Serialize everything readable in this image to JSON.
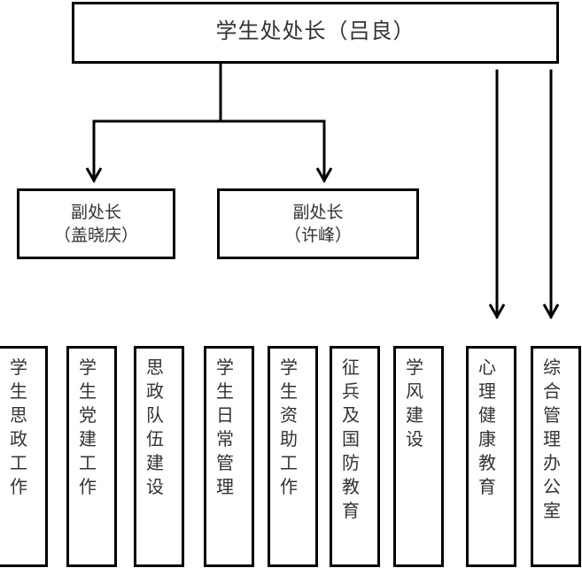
{
  "top": {
    "title": "学生处处长（吕良）"
  },
  "deputies": [
    {
      "title": "副处长",
      "name": "（盖晓庆）"
    },
    {
      "title": "副处长",
      "name": "（许峰）"
    }
  ],
  "departments": [
    {
      "label": "学生思政工作"
    },
    {
      "label": "学生党建工作"
    },
    {
      "label": "思政队伍建设"
    },
    {
      "label": "学生日常管理"
    },
    {
      "label": "学生资助工作"
    },
    {
      "label": "征兵及国防教育"
    },
    {
      "label": "学风建设"
    },
    {
      "label": "心理健康教育"
    },
    {
      "label": "综合管理办公室"
    }
  ]
}
